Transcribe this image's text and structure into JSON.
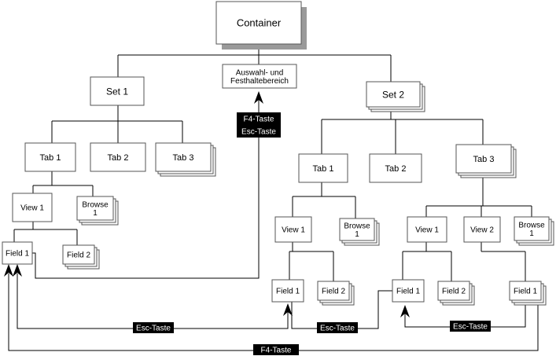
{
  "diagram": {
    "nodes": {
      "container": {
        "label": "Container",
        "shadow": true
      },
      "auswahl": {
        "label_line1": "Auswahl- und",
        "label_line2": "Festhaltebereich"
      },
      "set1": {
        "label": "Set 1"
      },
      "set2": {
        "label": "Set 2",
        "stacked": true
      },
      "l_tab1": {
        "label": "Tab 1"
      },
      "l_tab2": {
        "label": "Tab 2"
      },
      "l_tab3": {
        "label": "Tab 3",
        "stacked": true
      },
      "l_view1": {
        "label": "View 1"
      },
      "l_browse1": {
        "label_line1": "Browse",
        "label_line2": "1",
        "stacked": true
      },
      "l_field1": {
        "label": "Field 1"
      },
      "l_field2": {
        "label": "Field 2",
        "stacked": true
      },
      "m_tab1": {
        "label": "Tab 1"
      },
      "m_tab2": {
        "label": "Tab 2"
      },
      "m_view1": {
        "label": "View 1"
      },
      "m_browse1": {
        "label_line1": "Browse",
        "label_line2": "1",
        "stacked": true
      },
      "m_field1": {
        "label": "Field 1"
      },
      "m_field2": {
        "label": "Field 2",
        "stacked": true
      },
      "r_tab3": {
        "label": "Tab 3",
        "stacked": true
      },
      "r_view1": {
        "label": "View 1"
      },
      "r_view2": {
        "label": "View 2"
      },
      "r_browse1": {
        "label_line1": "Browse",
        "label_line2": "1",
        "stacked": true
      },
      "r_field1a": {
        "label": "Field 1"
      },
      "r_field2": {
        "label": "Field 2",
        "stacked": true
      },
      "r_field1b": {
        "label": "Field 1",
        "stacked": true
      }
    },
    "key_labels": {
      "f4_esc_line1": "F4-Taste",
      "f4_esc_line2": "Esc-Taste",
      "esc_1": "Esc-Taste",
      "esc_2": "Esc-Taste",
      "esc_3": "Esc-Taste",
      "f4": "F4-Taste"
    },
    "colors": {
      "line": "#000000",
      "box_fill": "#ffffff",
      "box_stroke": "#555555",
      "shadow": "#9a9a9a",
      "label_fill": "#000000",
      "label_text": "#ffffff"
    }
  }
}
